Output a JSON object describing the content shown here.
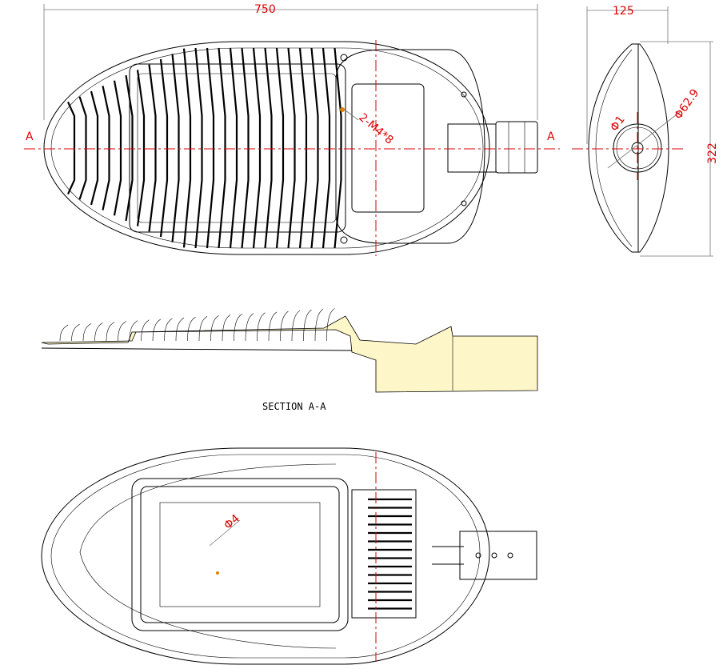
{
  "dimensions": {
    "overall_length": "750",
    "end_width": "125",
    "end_height": "322",
    "pipe_diameter": "Φ62.9",
    "hole_diameter": "Φ1",
    "screw_spec": "2-M4*8",
    "led_hole": "Φ4"
  },
  "section_markers": {
    "left": "A",
    "right": "A"
  },
  "section_title": "SECTION  A-A",
  "colors": {
    "dimension": "#dd0000",
    "line": "#000000",
    "section_fill": "#fdf6c8"
  }
}
